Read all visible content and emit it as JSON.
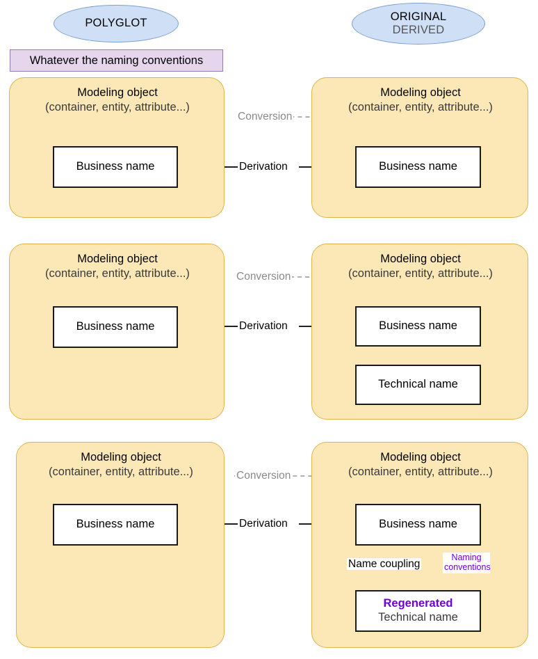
{
  "diagram": {
    "title_left": "POLYGLOT",
    "title_right_line1": "ORIGINAL",
    "title_right_line2": "DERIVED",
    "banner": "Whatever the naming conventions",
    "colors": {
      "container_fill": "#fbe8b6",
      "container_stroke": "#e0b44a",
      "ellipse_fill": "#cfdff5",
      "ellipse_stroke": "#7d9fd0",
      "banner_fill": "#e5d6ee",
      "banner_stroke": "#9a7ab0",
      "regenerated_text": "#6f00d8",
      "naming_arrow_fill": "#d9c7ea",
      "naming_arrow_stroke": "#9a7ab0",
      "conversion_label": "#8a8a8a"
    },
    "container_title": {
      "line1": "Modeling object",
      "line2": "(container, entity, attribute...)"
    },
    "edges": {
      "conversion": "Conversion",
      "derivation": "Derivation",
      "name_coupling": "Name coupling",
      "naming_conventions_line1": "Naming",
      "naming_conventions_line2": "conventions"
    },
    "boxes": {
      "business_name": "Business name",
      "technical_name": "Technical name",
      "regenerated": "Regenerated"
    },
    "rows": [
      {
        "id": "row-1",
        "left_boxes": [
          "Business name"
        ],
        "right_boxes": [
          "Business name"
        ]
      },
      {
        "id": "row-2",
        "left_boxes": [
          "Business name"
        ],
        "right_boxes": [
          "Business name",
          "Technical name"
        ]
      },
      {
        "id": "row-3",
        "left_boxes": [
          "Business name"
        ],
        "right_boxes": [
          "Business name",
          "Regenerated Technical name"
        ]
      }
    ]
  }
}
